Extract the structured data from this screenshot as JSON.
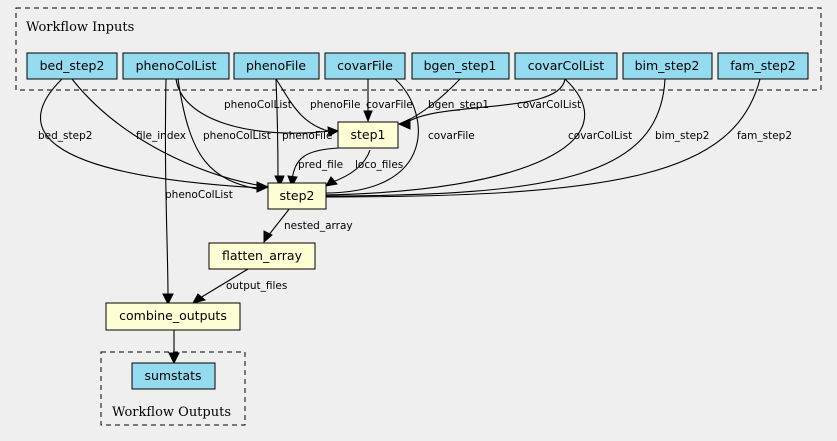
{
  "clusters": {
    "inputs": {
      "title": "Workflow Inputs"
    },
    "outputs": {
      "title": "Workflow Outputs"
    }
  },
  "inputs": [
    {
      "id": "bed_step2",
      "label": "bed_step2"
    },
    {
      "id": "phenoColList",
      "label": "phenoColList"
    },
    {
      "id": "phenoFile",
      "label": "phenoFile"
    },
    {
      "id": "covarFile",
      "label": "covarFile"
    },
    {
      "id": "bgen_step1",
      "label": "bgen_step1"
    },
    {
      "id": "covarColList",
      "label": "covarColList"
    },
    {
      "id": "bim_step2",
      "label": "bim_step2"
    },
    {
      "id": "fam_step2",
      "label": "fam_step2"
    }
  ],
  "steps": [
    {
      "id": "step1",
      "label": "step1"
    },
    {
      "id": "step2",
      "label": "step2"
    },
    {
      "id": "flatten_array",
      "label": "flatten_array"
    },
    {
      "id": "combine_outputs",
      "label": "combine_outputs"
    }
  ],
  "outputs": [
    {
      "id": "sumstats",
      "label": "sumstats"
    }
  ],
  "edges": [
    {
      "from": "phenoColList",
      "to": "step1",
      "label": "phenoColList"
    },
    {
      "from": "phenoFile",
      "to": "step1",
      "label": "phenoFile"
    },
    {
      "from": "covarFile",
      "to": "step1",
      "label": "covarFile"
    },
    {
      "from": "bgen_step1",
      "to": "step1",
      "label": "bgen_step1"
    },
    {
      "from": "covarColList",
      "to": "step1",
      "label": "covarColList"
    },
    {
      "from": "bed_step2",
      "to": "step2",
      "label": "bed_step2"
    },
    {
      "from": "bed_step2",
      "to": "step2",
      "label": "file_index"
    },
    {
      "from": "phenoColList",
      "to": "step2",
      "label": "phenoColList"
    },
    {
      "from": "phenoFile",
      "to": "step2",
      "label": "phenoFile"
    },
    {
      "from": "covarFile",
      "to": "step2",
      "label": "covarFile"
    },
    {
      "from": "covarColList",
      "to": "step2",
      "label": "covarColList"
    },
    {
      "from": "bim_step2",
      "to": "step2",
      "label": "bim_step2"
    },
    {
      "from": "fam_step2",
      "to": "step2",
      "label": "fam_step2"
    },
    {
      "from": "step1",
      "to": "step2",
      "label": "pred_file"
    },
    {
      "from": "step1",
      "to": "step2",
      "label": "loco_files"
    },
    {
      "from": "step2",
      "to": "flatten_array",
      "label": "nested_array"
    },
    {
      "from": "phenoColList",
      "to": "combine_outputs",
      "label": "phenoColList"
    },
    {
      "from": "flatten_array",
      "to": "combine_outputs",
      "label": "output_files"
    },
    {
      "from": "combine_outputs",
      "to": "sumstats",
      "label": ""
    }
  ]
}
